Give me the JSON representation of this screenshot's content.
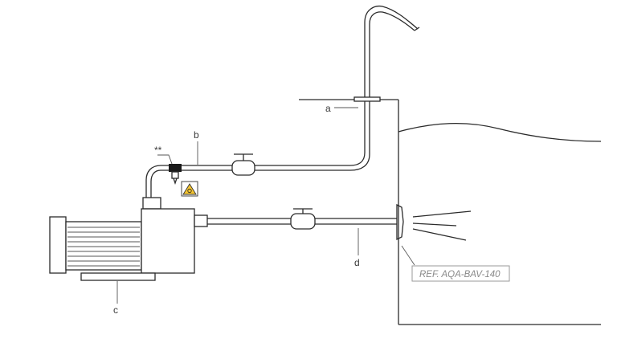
{
  "labels": {
    "a": "a",
    "b": "b",
    "c": "c",
    "d": "d",
    "stars": "**"
  },
  "reference": {
    "text": "REF. AQA-BAV-140"
  },
  "icons": {
    "warning": "biohazard-warning-icon"
  },
  "colors": {
    "line": "#2b2b2b",
    "leader": "#555555",
    "ref_border": "#9a9a9a",
    "ref_text": "#8a8a8a",
    "warning_fill": "#f4c430",
    "sensor": "#1a1a1a"
  }
}
